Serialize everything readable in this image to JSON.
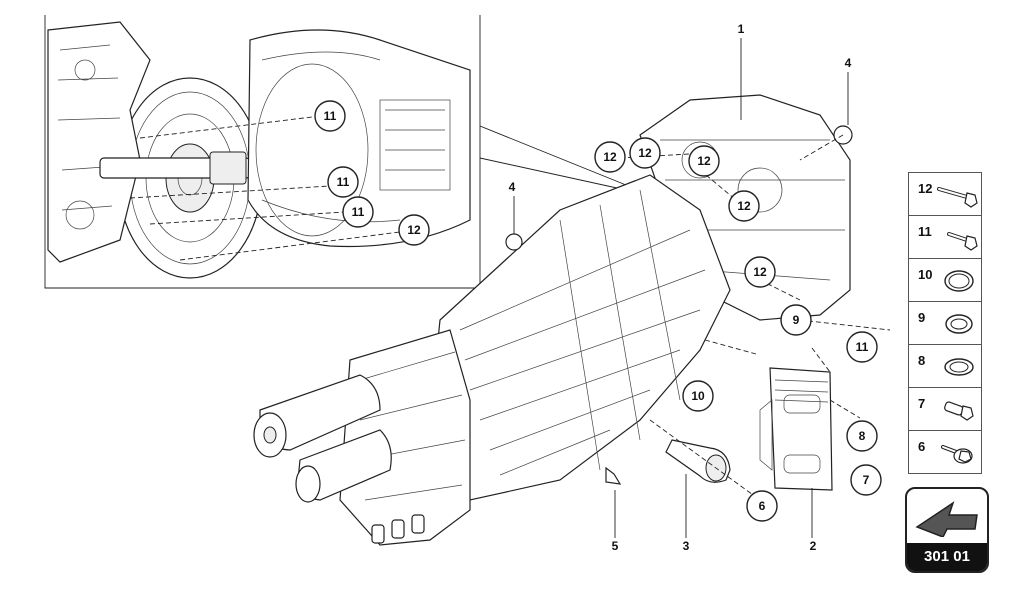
{
  "callouts": {
    "inset": [
      "11",
      "11",
      "11",
      "12"
    ],
    "main": [
      "12",
      "12",
      "12",
      "12",
      "12",
      "9",
      "11",
      "10",
      "8",
      "7",
      "6"
    ],
    "plain": [
      "1",
      "4",
      "4",
      "5",
      "3",
      "2"
    ]
  },
  "legend": {
    "items": [
      {
        "num": "12",
        "icon": "long-bolt-icon"
      },
      {
        "num": "11",
        "icon": "short-bolt-icon"
      },
      {
        "num": "10",
        "icon": "seal-ring-icon"
      },
      {
        "num": "9",
        "icon": "o-ring-icon"
      },
      {
        "num": "8",
        "icon": "gasket-icon"
      },
      {
        "num": "7",
        "icon": "plug-screw-icon"
      },
      {
        "num": "6",
        "icon": "flange-bolt-icon"
      }
    ]
  },
  "page_code": "301 01",
  "colors": {
    "line": "#222222",
    "badge_bg": "#111111",
    "badge_text": "#ffffff",
    "arrow_fill": "#555555"
  }
}
